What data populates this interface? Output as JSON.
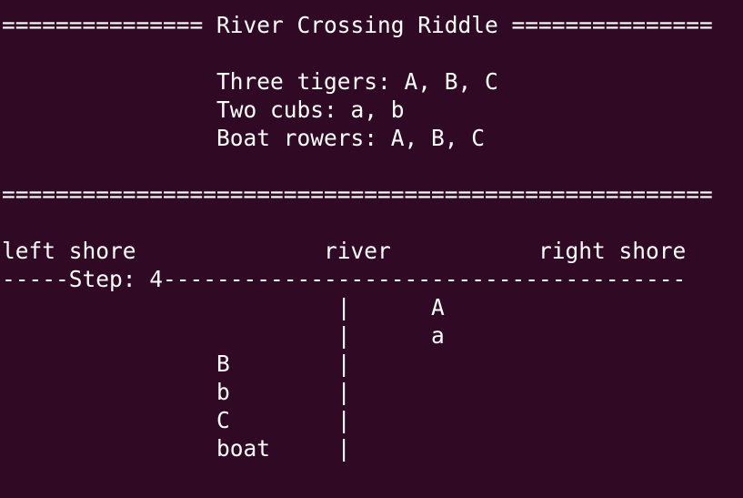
{
  "window": {
    "app": "terminal",
    "background": "#300a24",
    "foreground": "#ffffff"
  },
  "terminal": {
    "lines": [
      "=============== River Crossing Riddle ===============",
      "",
      "                Three tigers: A, B, C",
      "                Two cubs: a, b",
      "                Boat rowers: A, B, C",
      "",
      "=====================================================",
      "",
      "left shore              river           right shore",
      "-----Step: 4---------------------------------------",
      "                         |      A",
      "                         |      a",
      "                B        |",
      "                b        |",
      "                C        |",
      "                boat     |"
    ]
  }
}
